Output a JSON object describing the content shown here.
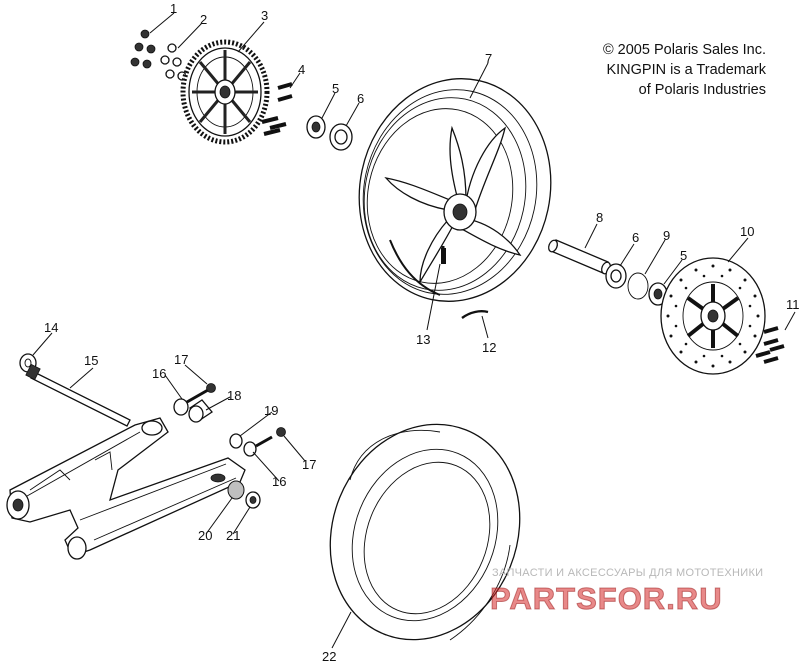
{
  "copyright": {
    "line1": "© 2005 Polaris Sales Inc.",
    "line2": "KINGPIN is a Trademark",
    "line3": "of Polaris Industries"
  },
  "watermark": {
    "tagline": "ЗАПЧАСТИ И АКСЕССУАРЫ ДЛЯ МОТОТЕХНИКИ",
    "logo": "PARTSFOR.RU"
  },
  "callouts": {
    "c1": "1",
    "c2": "2",
    "c3": "3",
    "c4": "4",
    "c5a": "5",
    "c6a": "6",
    "c7": "7",
    "c8": "8",
    "c6b": "6",
    "c9": "9",
    "c5b": "5",
    "c10": "10",
    "c11": "11",
    "c12": "12",
    "c13": "13",
    "c14": "14",
    "c15": "15",
    "c16a": "16",
    "c17a": "17",
    "c18": "18",
    "c19": "19",
    "c17b": "17",
    "c16b": "16",
    "c20": "20",
    "c21": "21",
    "c22": "22"
  }
}
